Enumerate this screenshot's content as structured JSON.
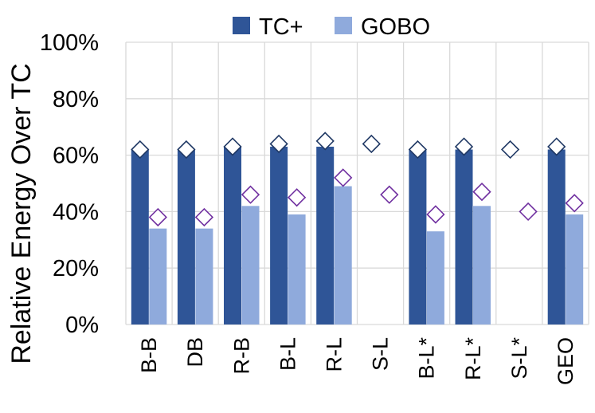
{
  "chart_data": {
    "type": "bar",
    "categories": [
      "B-B",
      "DB",
      "R-B",
      "B-L",
      "R-L",
      "S-L",
      "B-L*",
      "R-L*",
      "S-L*",
      "GEO"
    ],
    "series": [
      {
        "name": "TC+",
        "kind": "bar",
        "color": "#2f5597",
        "values": [
          62,
          62,
          63,
          63,
          63,
          null,
          62,
          62,
          null,
          62
        ]
      },
      {
        "name": "GOBO",
        "kind": "bar",
        "color": "#8faadc",
        "values": [
          34,
          34,
          42,
          39,
          49,
          null,
          33,
          42,
          null,
          39
        ]
      }
    ],
    "markers": {
      "shape": "diamond",
      "tc_side_color": "#1f3864",
      "gobo_side_color": "#7030a0",
      "tc_side": [
        62,
        62,
        63,
        64,
        65,
        64,
        62,
        63,
        62,
        63
      ],
      "gobo_side": [
        38,
        38,
        46,
        45,
        52,
        46,
        39,
        47,
        40,
        43
      ]
    },
    "ylabel": "Relative Energy Over TC",
    "xlabel": "",
    "title": "",
    "ylim": [
      0,
      100
    ],
    "yticks": [
      "0%",
      "20%",
      "40%",
      "60%",
      "80%",
      "100%"
    ],
    "grid": true,
    "legend": "top-center"
  }
}
